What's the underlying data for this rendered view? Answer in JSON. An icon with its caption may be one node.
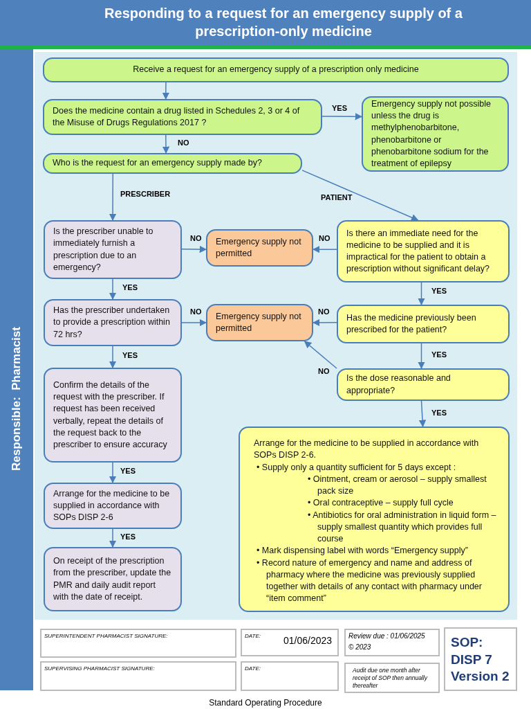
{
  "diagram": {
    "title": "Responding to a request for an emergency supply of a prescription-only medicine",
    "caption": "Standard Operating Procedure",
    "nodes": [
      {
        "text": [
          "Receive a request for an emergency supply of a prescription only medicine"
        ]
      },
      {
        "text": [
          "Does the medicine contain a drug listed in Schedules 2, 3 or 4 of the Misuse of Drugs Regulations 2017 ?"
        ]
      },
      {
        "text": [
          "Emergency supply not possible unless the drug is methylphenobarbitone, phenobarbitone or phenobarbitone sodium for the treatment of epilepsy"
        ]
      },
      {
        "text": [
          "Who is the request for an emergency supply made by?"
        ]
      },
      {
        "text": [
          "Is the prescriber unable to immediately furnish a prescription due to an emergency?"
        ]
      },
      {
        "text": [
          "Emergency supply not permitted"
        ]
      },
      {
        "text": [
          "Is there an immediate need for the medicine to be supplied and it is impractical for the patient to obtain a prescription without significant delay?"
        ]
      },
      {
        "text": [
          "Has the prescriber undertaken to provide a prescription within 72 hrs?"
        ]
      },
      {
        "text": [
          "Emergency supply not permitted"
        ]
      },
      {
        "text": [
          "Has the medicine previously been prescribed for the patient?"
        ]
      },
      {
        "text": [
          "Is the dose reasonable and appropriate?"
        ]
      },
      {
        "text": [
          "Confirm the details of the request with the prescriber. If request has been received verbally, repeat the details of the request back to the prescriber to ensure accuracy"
        ]
      },
      {
        "text": [
          "Arrange for the medicine to be supplied in accordance with SOPs DISP 2-6.",
          "• Supply only a quantity sufficient for 5 days except :",
          "• Ointment, cream or aerosol – supply smallest pack size",
          "• Oral contraceptive – supply full cycle",
          "• Antibiotics for oral administration in liquid form – supply smallest quantity which provides full course",
          "• Mark dispensing label with words “Emergency supply”",
          "• Record nature of emergency and name and address of pharmacy where the medicine was previously supplied together with details of any contact with pharmacy under “item comment”"
        ]
      },
      {
        "text": [
          "Arrange for the medicine to be supplied in accordance with SOPs DISP 2-6"
        ]
      },
      {
        "text": [
          "On receipt of the prescription from the prescriber, update the PMR and daily audit report with the date of receipt."
        ]
      }
    ],
    "edges": [
      {
        "from": 0,
        "to": 1,
        "arrow": "to"
      },
      {
        "from": 1,
        "to": 2,
        "arrow": "to",
        "label": "YES"
      },
      {
        "from": 1,
        "to": 3,
        "arrow": "to",
        "label": "NO"
      },
      {
        "from": 3,
        "to": 4,
        "arrow": "to",
        "label": "PRESCRIBER"
      },
      {
        "from": 3,
        "to": 6,
        "arrow": "to",
        "label": "PATIENT"
      },
      {
        "from": 4,
        "to": 5,
        "arrow": "to",
        "label": "NO"
      },
      {
        "from": 6,
        "to": 5,
        "arrow": "to",
        "label": "NO"
      },
      {
        "from": 4,
        "to": 7,
        "arrow": "to",
        "label": "YES"
      },
      {
        "from": 6,
        "to": 9,
        "arrow": "to",
        "label": "YES"
      },
      {
        "from": 7,
        "to": 8,
        "arrow": "to",
        "label": "NO"
      },
      {
        "from": 9,
        "to": 8,
        "arrow": "to",
        "label": "NO"
      },
      {
        "from": 10,
        "to": 8,
        "arrow": "to",
        "label": "NO"
      },
      {
        "from": 9,
        "to": 10,
        "arrow": "to",
        "label": "YES"
      },
      {
        "from": 7,
        "to": 11,
        "arrow": "to",
        "label": "YES"
      },
      {
        "from": 10,
        "to": 12,
        "arrow": "to",
        "label": "YES"
      },
      {
        "from": 11,
        "to": 13,
        "arrow": "to",
        "label": "YES"
      },
      {
        "from": 13,
        "to": 14,
        "arrow": "to",
        "label": "YES"
      }
    ],
    "labels": [
      "Responsible:  Pharmacist",
      "SUPERINTENDENT PHARMACIST SIGNATURE:",
      "DATE:",
      "01/06/2023",
      "Review due : 01/06/2025",
      "© 2023",
      "SOP: DISP 7 Version 2",
      "SUPERVISING PHARMACIST SIGNATURE:",
      "DATE:",
      "Audit due one month after receipt of SOP then annually thereafter"
    ]
  }
}
